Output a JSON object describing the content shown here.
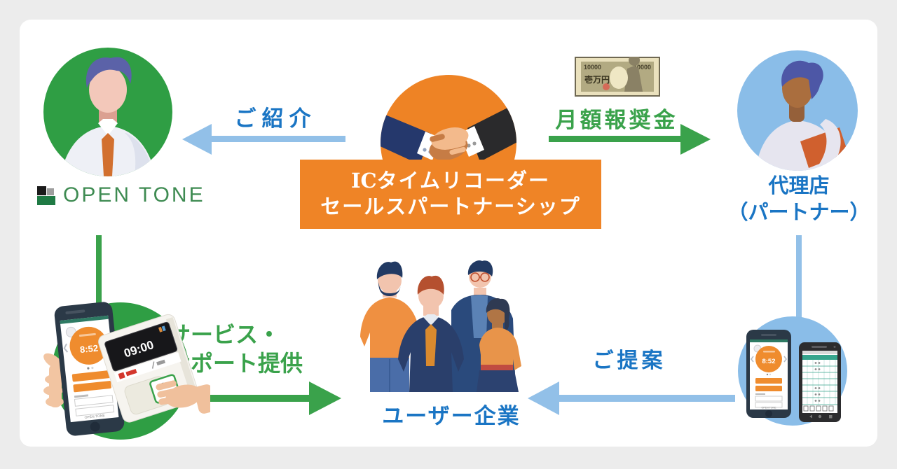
{
  "banner": {
    "line1_ic": "IC",
    "line1_rest": "タイムリコーダー",
    "line2": "セールスパートナーシップ"
  },
  "labels": {
    "referral": "ご紹介",
    "reward": "月額報奨金",
    "service_line1": "サービス・",
    "service_line2": "サポート提供",
    "proposal": "ご提案",
    "partner_line1": "代理店",
    "partner_line2": "（パートナー）",
    "users": "ユーザー企業",
    "opentone": "OPEN TONE"
  },
  "money_bill": {
    "amount_left": "10000",
    "amount_right": "10000",
    "label": "壱万円"
  },
  "devices": {
    "app_clock": "8:52",
    "recorder_clock": "09:00",
    "ic_card": "IC",
    "app_footer": "OPEN TONE"
  },
  "colors": {
    "green": "#3aa24b",
    "circle_green": "#2f9e44",
    "blue_text": "#1a75c4",
    "light_blue": "#92c0e8",
    "circle_blue": "#8abde8",
    "orange": "#ef8426",
    "app_orange": "#ef8c2e",
    "background": "#ececec",
    "panel": "#ffffff"
  }
}
